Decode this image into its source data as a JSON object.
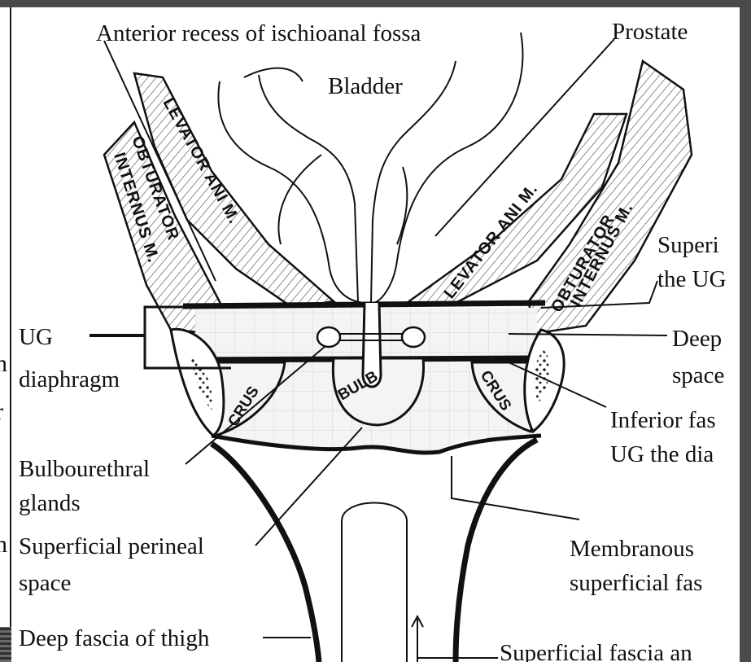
{
  "diagram": {
    "top_labels": {
      "anterior_recess": "Anterior recess of ischioanal fossa",
      "prostate": "Prostate",
      "bladder": "Bladder"
    },
    "left_labels": {
      "ug": "UG",
      "diaphragm": "diaphragm",
      "bulbourethral_1": "Bulbourethral",
      "bulbourethral_2": "glands",
      "superficial_perineal_1": "Superficial perineal",
      "superficial_perineal_2": "space",
      "deep_fascia": "Deep fascia of thigh"
    },
    "right_labels": {
      "superior_1": "Superi",
      "superior_2": "the UG",
      "deep_1": "Deep",
      "deep_2": "space",
      "inferior_1": "Inferior fas",
      "inferior_2": "UG the dia",
      "membranous_1": "Membranous",
      "membranous_2": "superficial fas",
      "superficial_fascia": "Superficial fascia an"
    },
    "structure_labels": {
      "levator_left": "LEVATOR ANI M.",
      "levator_right": "LEVATOR ANI M.",
      "obturator_left_1": "OBTURATOR",
      "obturator_left_2": "INTERNUS M.",
      "obturator_right_1": "OBTURATOR",
      "obturator_right_2": "INTERNUS M.",
      "crus_left": "CRUS",
      "crus_right": "CRUS",
      "bulb": "BULB"
    },
    "edge_fragments": [
      "n",
      "r",
      "n"
    ]
  }
}
